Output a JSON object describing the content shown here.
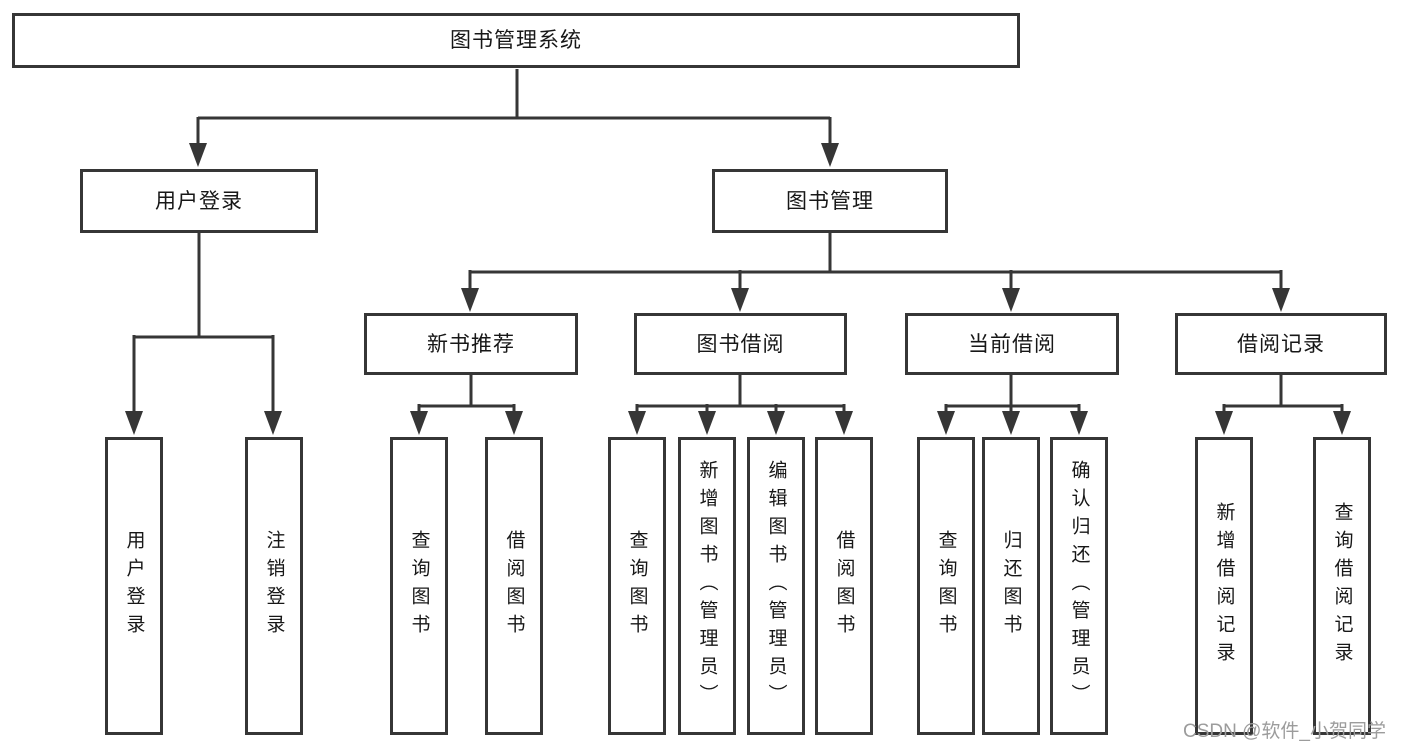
{
  "diagram": {
    "root": "图书管理系统",
    "level1": {
      "user_login": "用户登录",
      "book_mgmt": "图书管理"
    },
    "level2": {
      "new_book_rec": "新书推荐",
      "book_borrow": "图书借阅",
      "current_borrow": "当前借阅",
      "borrow_records": "借阅记录"
    },
    "leaves": {
      "user_login": [
        "用户登录",
        "注销登录"
      ],
      "new_book_rec": [
        "查询图书",
        "借阅图书"
      ],
      "book_borrow": [
        "查询图书",
        "新增图书（管理员）",
        "编辑图书（管理员）",
        "借阅图书"
      ],
      "current_borrow": [
        "查询图书",
        "归还图书",
        "确认归还（管理员）"
      ],
      "borrow_records": [
        "新增借阅记录",
        "查询借阅记录"
      ]
    }
  },
  "watermark": "CSDN @软件_小贺同学",
  "colors": {
    "line": "#363636",
    "text": "#171717",
    "watermark": "#9c9c9c",
    "background": "#ffffff"
  }
}
